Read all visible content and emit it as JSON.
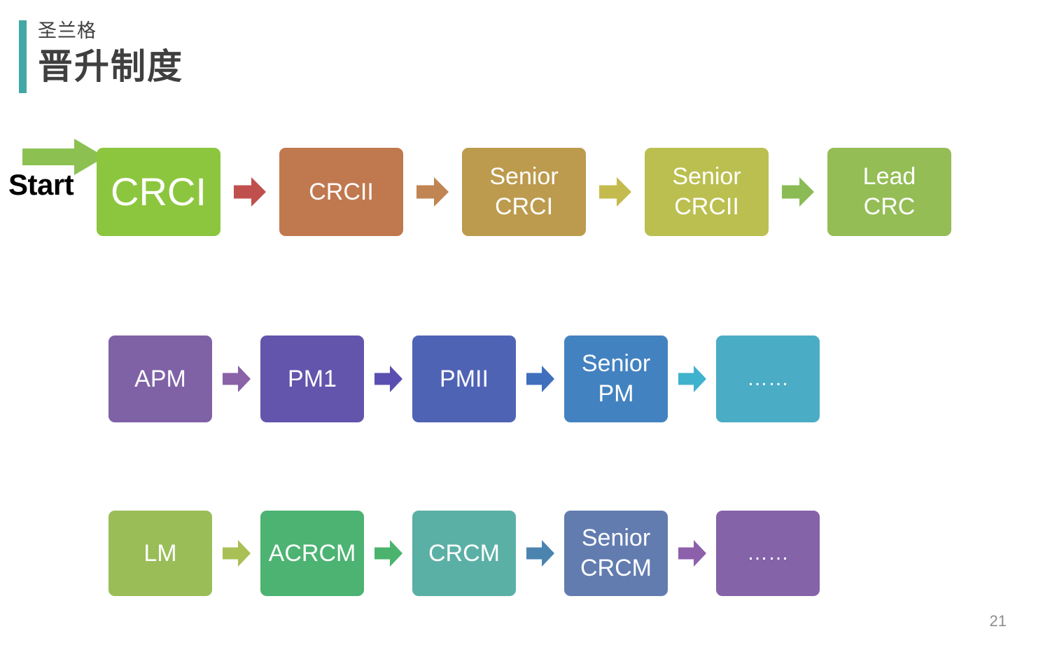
{
  "slide": {
    "title_sub": "圣兰格",
    "title_main": "晋升制度",
    "accent_color": "#44a7a7",
    "page_number": "21",
    "background": "#ffffff"
  },
  "start_marker": {
    "label": "Start",
    "arrow_color": "#8cc152",
    "label_color": "#000000",
    "icon": "right-arrow-icon"
  },
  "flows": [
    {
      "id": "crc-track",
      "name": "crc-career-track",
      "nodes": [
        {
          "lines": [
            "CRCI"
          ],
          "color": "#8cc63f",
          "font_size": 56,
          "text_color": "#ffffff"
        },
        {
          "lines": [
            "CRCII"
          ],
          "color": "#c0784f",
          "font_size": 34,
          "text_color": "#ffffff"
        },
        {
          "lines": [
            "Senior",
            "CRCI"
          ],
          "color": "#bc9b4e",
          "font_size": 34,
          "text_color": "#ffffff"
        },
        {
          "lines": [
            "Senior",
            "CRCII"
          ],
          "color": "#bbbf50",
          "font_size": 34,
          "text_color": "#ffffff"
        },
        {
          "lines": [
            "Lead",
            "CRC"
          ],
          "color": "#94bd56",
          "font_size": 34,
          "text_color": "#ffffff"
        }
      ],
      "arrows": [
        {
          "color": "#c0504d"
        },
        {
          "color": "#c08552"
        },
        {
          "color": "#c4bb4e"
        },
        {
          "color": "#8bbb55"
        }
      ]
    },
    {
      "id": "pm-track",
      "name": "pm-career-track",
      "nodes": [
        {
          "lines": [
            "APM"
          ],
          "color": "#7f62a6",
          "font_size": 34,
          "text_color": "#ffffff"
        },
        {
          "lines": [
            "PM1"
          ],
          "color": "#6354ac",
          "font_size": 34,
          "text_color": "#ffffff"
        },
        {
          "lines": [
            "PMII"
          ],
          "color": "#4f63b5",
          "font_size": 34,
          "text_color": "#ffffff"
        },
        {
          "lines": [
            "Senior",
            "PM"
          ],
          "color": "#4382c0",
          "font_size": 34,
          "text_color": "#ffffff"
        },
        {
          "lines": [
            "……"
          ],
          "color": "#4bacc6",
          "font_size": 30,
          "text_color": "#ffffff"
        }
      ],
      "arrows": [
        {
          "color": "#8a62a8"
        },
        {
          "color": "#5a4fb0"
        },
        {
          "color": "#3f6fbd"
        },
        {
          "color": "#3fb2cd"
        }
      ]
    },
    {
      "id": "crcm-track",
      "name": "crcm-career-track",
      "nodes": [
        {
          "lines": [
            "LM"
          ],
          "color": "#9abd58",
          "font_size": 34,
          "text_color": "#ffffff"
        },
        {
          "lines": [
            "ACRCM"
          ],
          "color": "#4cb372",
          "font_size": 34,
          "text_color": "#ffffff"
        },
        {
          "lines": [
            "CRCM"
          ],
          "color": "#5bb0a5",
          "font_size": 34,
          "text_color": "#ffffff"
        },
        {
          "lines": [
            "Senior",
            "CRCM"
          ],
          "color": "#627cb0",
          "font_size": 34,
          "text_color": "#ffffff"
        },
        {
          "lines": [
            "……"
          ],
          "color": "#8463a8",
          "font_size": 30,
          "text_color": "#ffffff"
        }
      ],
      "arrows": [
        {
          "color": "#a8c056"
        },
        {
          "color": "#4cb36e"
        },
        {
          "color": "#4c84b0"
        },
        {
          "color": "#8d60ac"
        }
      ]
    }
  ]
}
